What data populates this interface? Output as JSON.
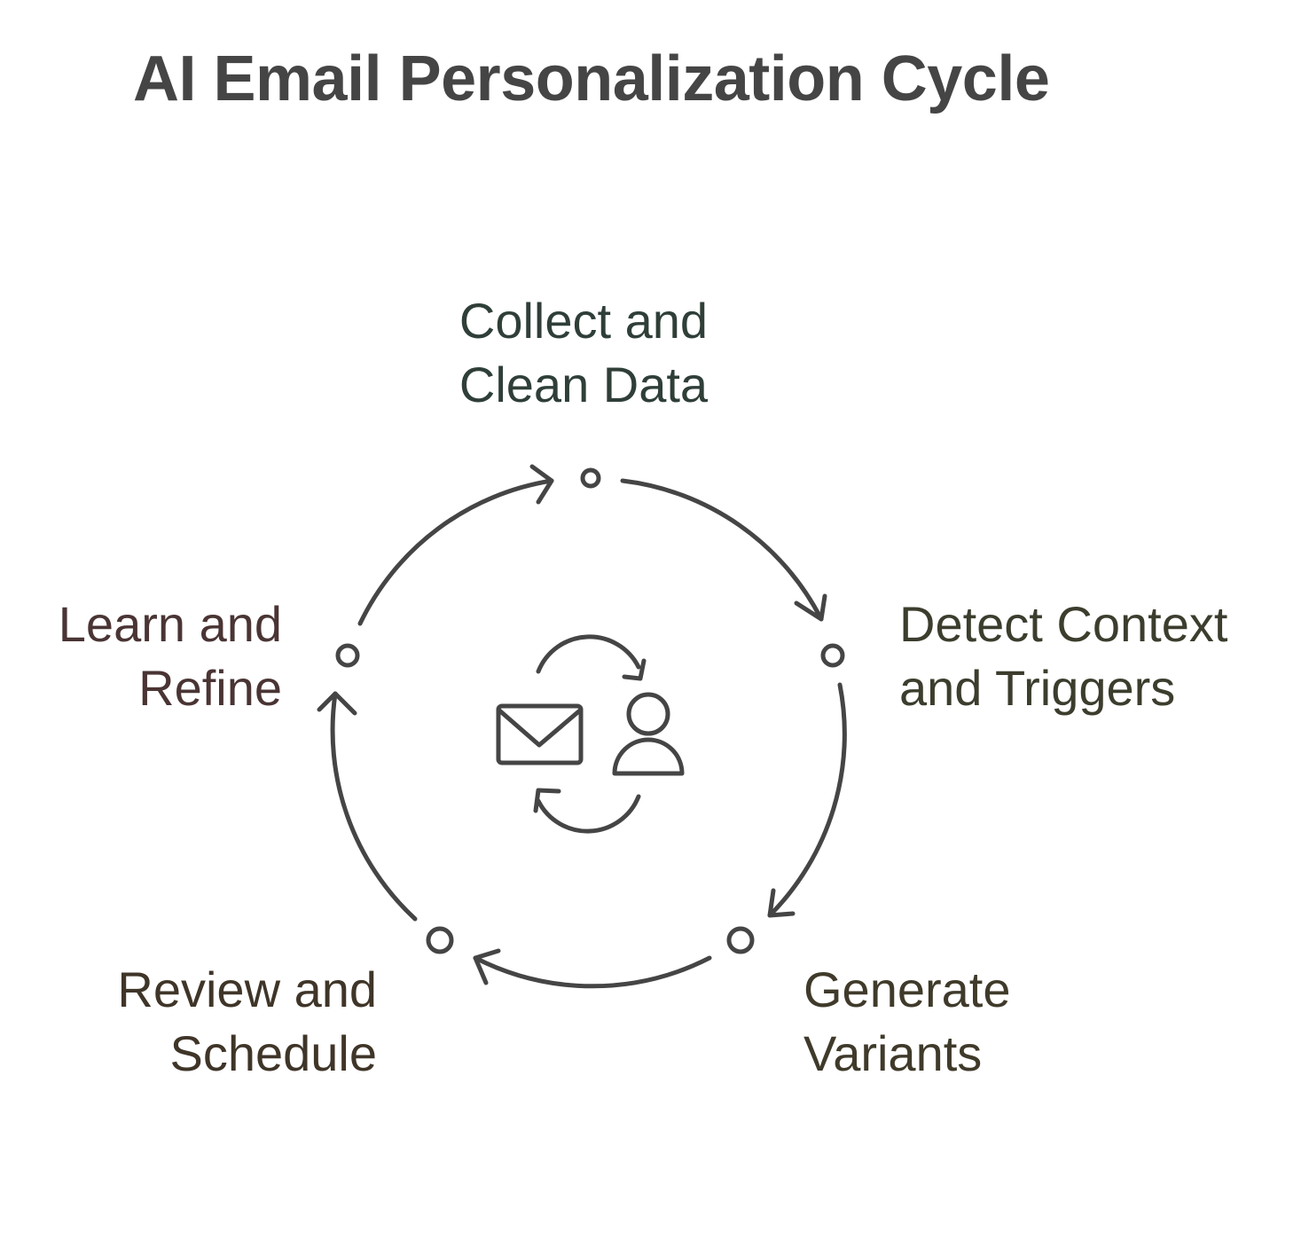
{
  "title": "AI Email Personalization Cycle",
  "steps": [
    {
      "line1": "Collect and",
      "line2": "Clean Data",
      "color": "#2f3f38"
    },
    {
      "line1": "Detect Context",
      "line2": "and Triggers",
      "color": "#3d3d2e"
    },
    {
      "line1": "Generate",
      "line2": "Variants",
      "color": "#3f3a2a"
    },
    {
      "line1": "Review and",
      "line2": "Schedule",
      "color": "#3f3528"
    },
    {
      "line1": "Learn and",
      "line2": "Refine",
      "color": "#4a3434"
    }
  ],
  "center_icons": [
    "envelope-icon",
    "person-icon",
    "refresh-arrows-icon"
  ],
  "stroke_color": "#454545"
}
